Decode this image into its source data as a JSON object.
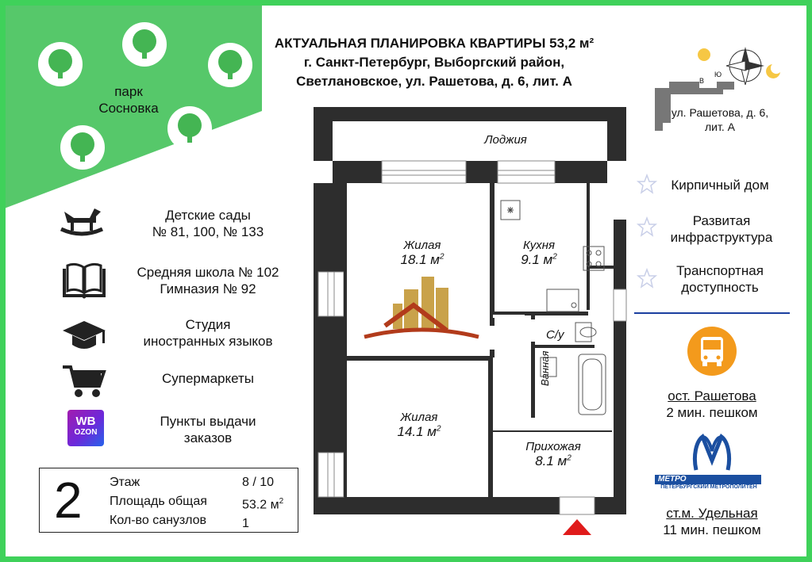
{
  "header": {
    "line1": "АКТУАЛЬНАЯ ПЛАНИРОВКА КВАРТИРЫ 53,2 м²",
    "line2": "г. Санкт-Петербург, Выборгский район,",
    "line3": "Светлановское, ул. Рашетова, д. 6, лит. А"
  },
  "park": {
    "line1": "парк",
    "line2": "Сосновка"
  },
  "amenities": [
    {
      "icon": "rocking-horse-icon",
      "line1": "Детские сады",
      "line2": "№ 81, 100, № 133"
    },
    {
      "icon": "book-icon",
      "line1": "Средняя школа № 102",
      "line2": "Гимназия № 92"
    },
    {
      "icon": "graduation-cap-icon",
      "line1": "Студия",
      "line2": "иностранных языков"
    },
    {
      "icon": "shopping-cart-icon",
      "line1": "Супермаркеты",
      "line2": ""
    },
    {
      "icon": "wb-ozon-logo",
      "line1": "Пункты выдачи",
      "line2": "заказов"
    }
  ],
  "logo_text": {
    "wb": "WB",
    "ozon": "OZON"
  },
  "summary": {
    "rooms": "2",
    "floor_label": "Этаж",
    "floor_value": "8 / 10",
    "area_label": "Площадь общая",
    "area_value": "53.2 м",
    "area_sup": "2",
    "bath_label": "Кол-во санузлов",
    "bath_value": "1"
  },
  "plan": {
    "loggia": "Лоджия",
    "living1_label": "Жилая",
    "living1_area": "18.1 м",
    "kitchen_label": "Кухня",
    "kitchen_area": "9.1 м",
    "wc_label": "С/у",
    "bath_label": "Ванная",
    "living2_label": "Жилая",
    "living2_area": "14.1 м",
    "hall_label": "Прихожая",
    "hall_area": "8.1 м",
    "sq_sup": "2"
  },
  "location": {
    "street": "ул. Рашетова, д. 6,",
    "lit": "лит. А",
    "compass_s": "Ю",
    "compass_e": "В"
  },
  "features": [
    "Кирпичный дом",
    "Развитая инфраструктура",
    "Транспортная доступность"
  ],
  "features_lines": {
    "f1": "Кирпичный дом",
    "f2a": "Развитая",
    "f2b": "инфраструктура",
    "f3a": "Транспортная",
    "f3b": "доступность"
  },
  "bus": {
    "stop": "ост. Рашетова",
    "time": "2 мин. пешком"
  },
  "metro": {
    "brand": "МЕТРО",
    "sub": "ПЕТЕРБУРГСКИЙ МЕТРОПОЛИТЕН",
    "station": "ст.м. Удельная",
    "time": "11 мин. пешком"
  },
  "colors": {
    "frame": "#3fd15a",
    "park": "#56c86a",
    "wall": "#2d2d2d",
    "bus": "#f39a1c",
    "metro": "#1b4fa0",
    "star": "#c9cfe8",
    "arrow": "#e01b1b"
  }
}
